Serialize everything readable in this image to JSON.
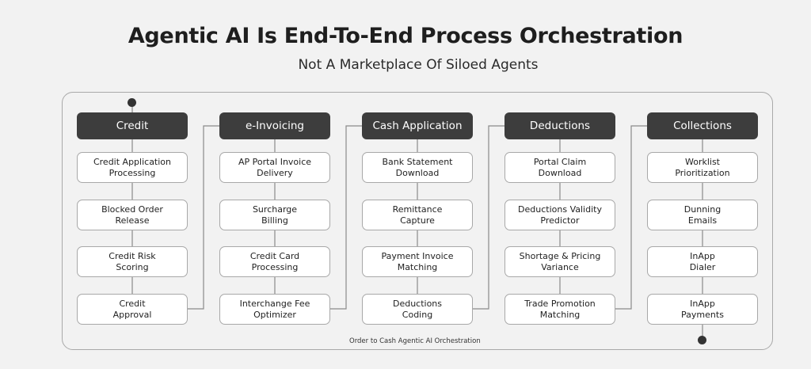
{
  "title": "Agentic AI Is End-To-End Process Orchestration",
  "subtitle": "Not A Marketplace Of Siloed Agents",
  "footer": "Order to Cash Agentic AI Orchestration",
  "columns": [
    {
      "label": "Credit",
      "items": [
        "Credit Application\nProcessing",
        "Blocked Order\nRelease",
        "Credit Risk\nScoring",
        "Credit\nApproval"
      ]
    },
    {
      "label": "e-Invoicing",
      "items": [
        "AP Portal Invoice\nDelivery",
        "Surcharge\nBilling",
        "Credit Card\nProcessing",
        "Interchange Fee\nOptimizer"
      ]
    },
    {
      "label": "Cash Application",
      "items": [
        "Bank Statement\nDownload",
        "Remittance\nCapture",
        "Payment Invoice\nMatching",
        "Deductions\nCoding"
      ]
    },
    {
      "label": "Deductions",
      "items": [
        "Portal Claim\nDownload",
        "Deductions Validity\nPredictor",
        "Shortage & Pricing\nVariance",
        "Trade Promotion\nMatching"
      ]
    },
    {
      "label": "Collections",
      "items": [
        "Worklist\nPrioritization",
        "Dunning\nEmails",
        "InApp\nDialer",
        "InApp\nPayments"
      ]
    }
  ]
}
